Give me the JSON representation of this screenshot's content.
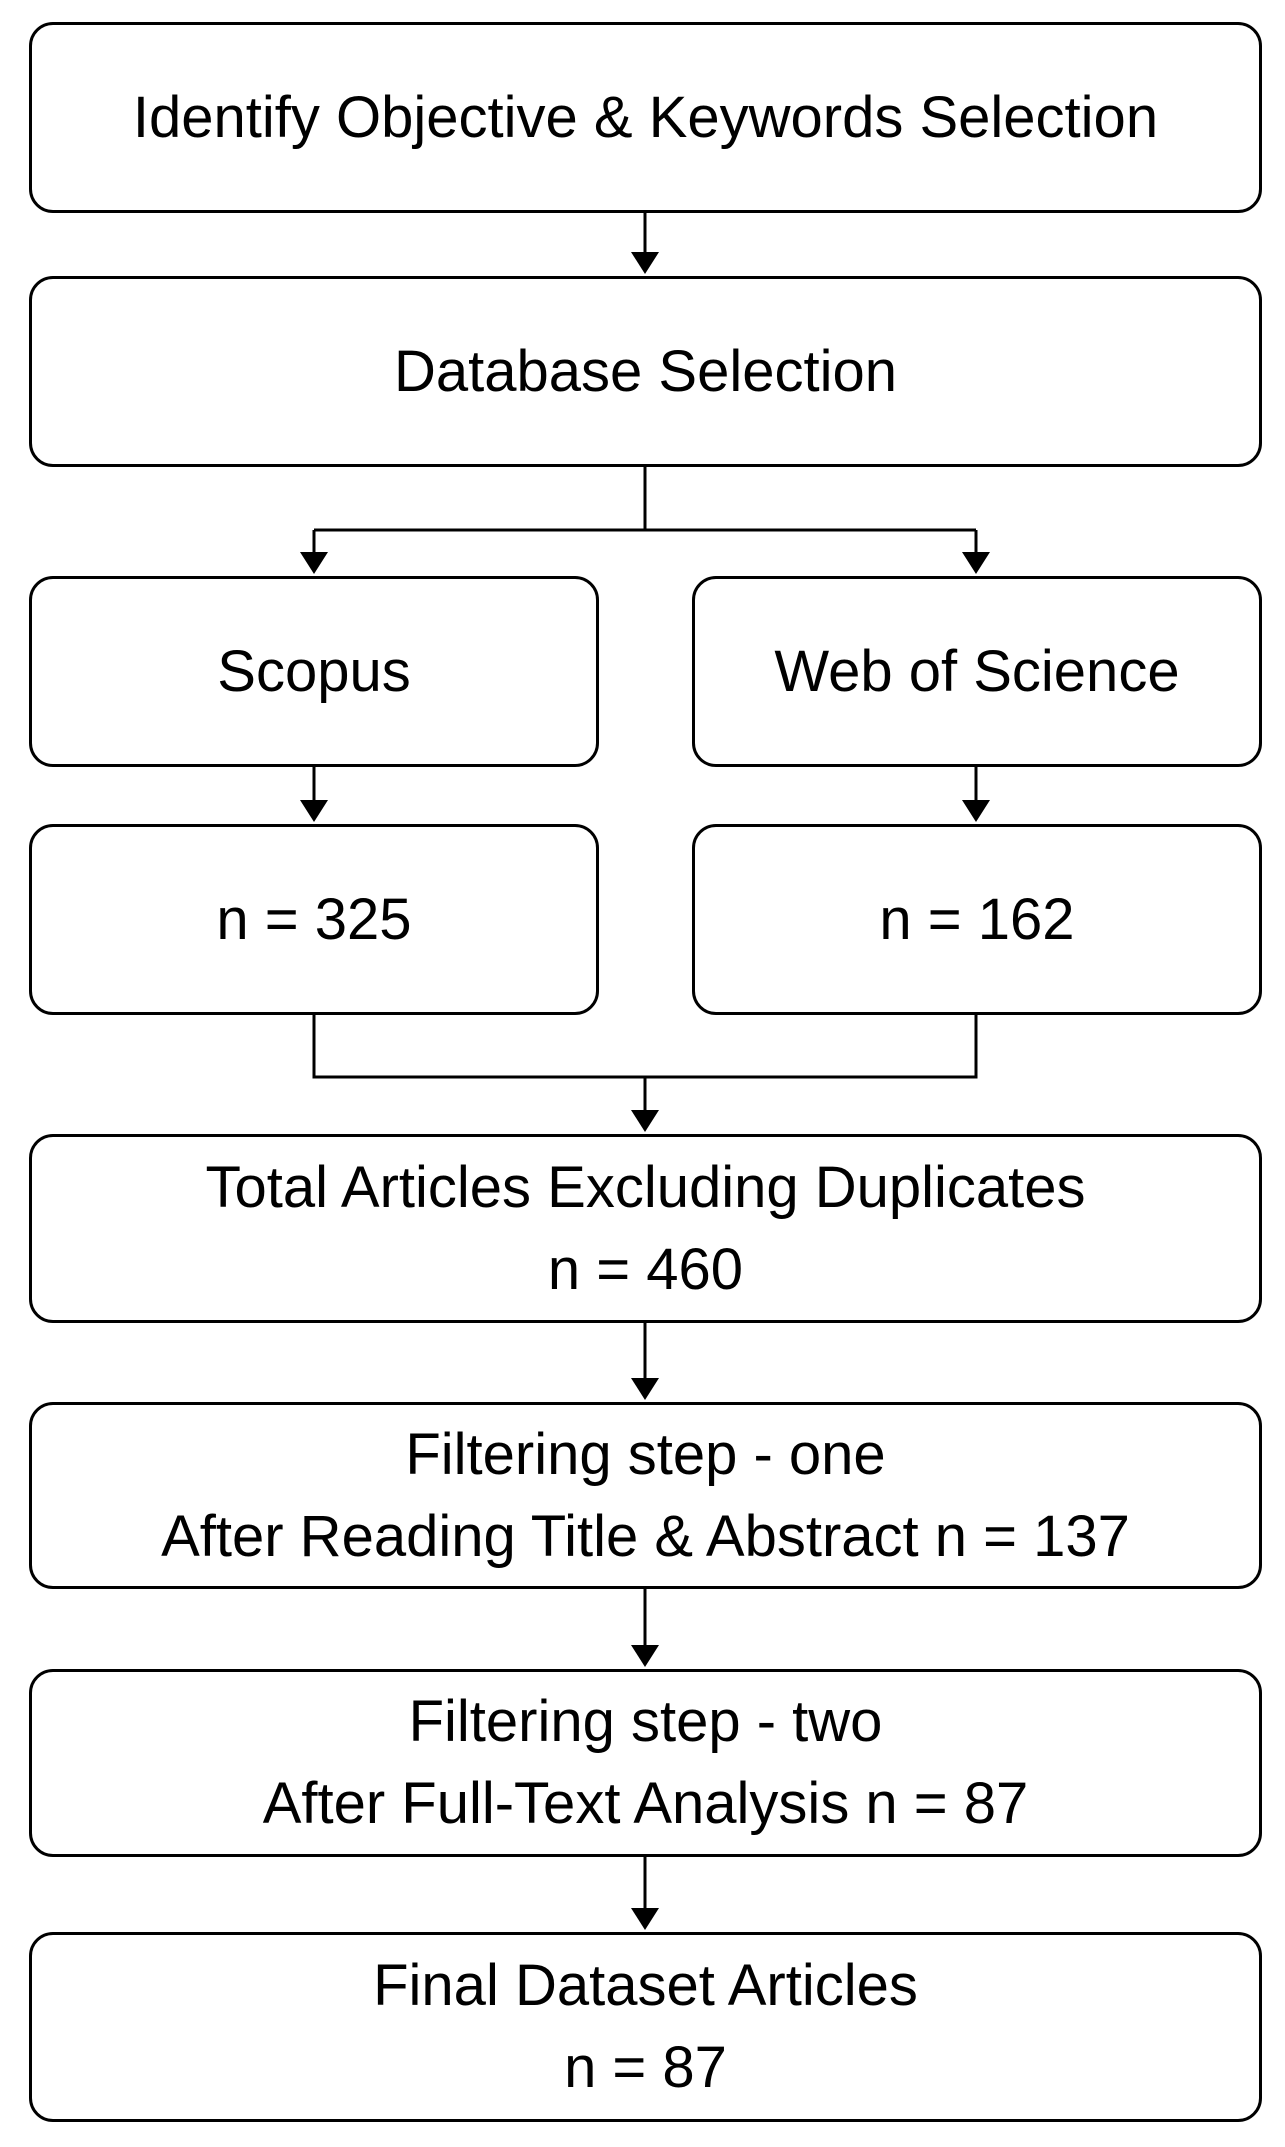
{
  "diagram": {
    "identify": {
      "label": "Identify Objective & Keywords Selection"
    },
    "database": {
      "label": "Database Selection"
    },
    "scopus": {
      "label": "Scopus"
    },
    "wos": {
      "label": "Web of Science"
    },
    "scopus_count": {
      "label": "n = 325"
    },
    "wos_count": {
      "label": "n = 162"
    },
    "total": {
      "line1": "Total Articles Excluding Duplicates",
      "line2": "n = 460"
    },
    "filter1": {
      "line1": "Filtering step - one",
      "line2": "After Reading Title & Abstract n = 137"
    },
    "filter2": {
      "line1": "Filtering step - two",
      "line2": "After Full-Text Analysis n = 87"
    },
    "final": {
      "line1": "Final Dataset Articles",
      "line2": "n = 87"
    }
  },
  "colors": {
    "stroke": "#000000",
    "fill": "#ffffff"
  }
}
